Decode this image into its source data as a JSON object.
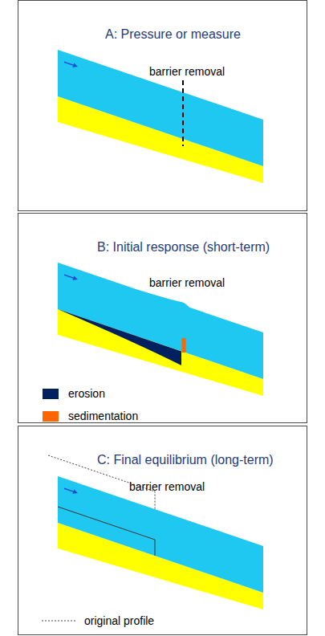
{
  "diagram": {
    "nodes": [
      {
        "text": [
          "A: Pressure or measure",
          "barrier removal"
        ]
      },
      {
        "text": [
          "B: Initial response (short-term)",
          "barrier removal"
        ]
      },
      {
        "text": [
          "C: Final equilibrium (long-term)",
          "barrier removal"
        ]
      }
    ],
    "legend": [
      {
        "text": "erosion",
        "color": "#002060"
      },
      {
        "text": "sedimentation",
        "color": "#ff6600"
      },
      {
        "text": "original profile"
      }
    ]
  }
}
